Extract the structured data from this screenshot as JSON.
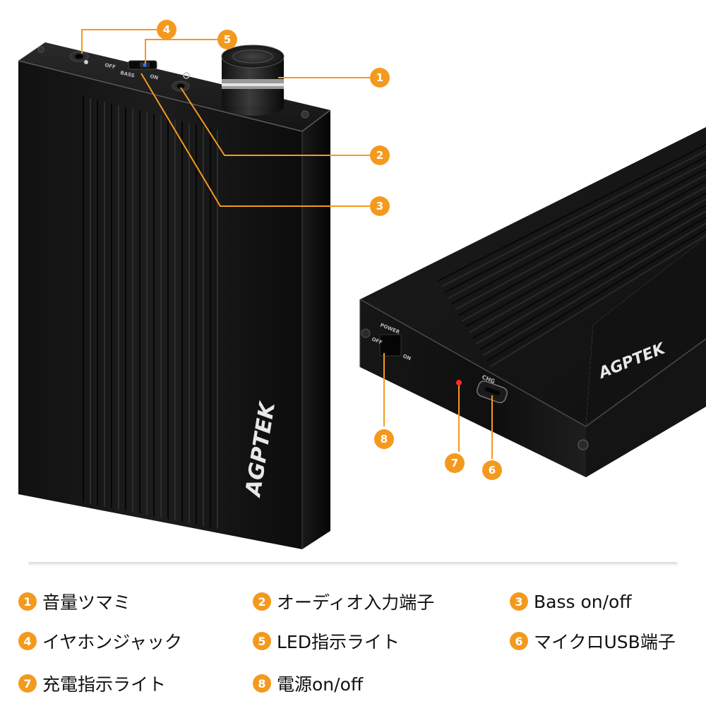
{
  "brand": "AGPTEK",
  "accent_color": "#F39A1E",
  "device_labels": {
    "off": "OFF",
    "bass": "BASS",
    "on": "ON",
    "power": "POWER",
    "off_side": "OFF",
    "on_side": "ON",
    "chg": "CHG"
  },
  "callouts": [
    {
      "number": "1",
      "label": "音量ツマミ"
    },
    {
      "number": "2",
      "label": "オーディオ入力端子"
    },
    {
      "number": "3",
      "label": "Bass on/off"
    },
    {
      "number": "4",
      "label": "イヤホンジャック"
    },
    {
      "number": "5",
      "label": "LED指示ライト"
    },
    {
      "number": "6",
      "label": "マイクロUSB端子"
    },
    {
      "number": "7",
      "label": "充電指示ライト"
    },
    {
      "number": "8",
      "label": "電源on/off"
    }
  ]
}
